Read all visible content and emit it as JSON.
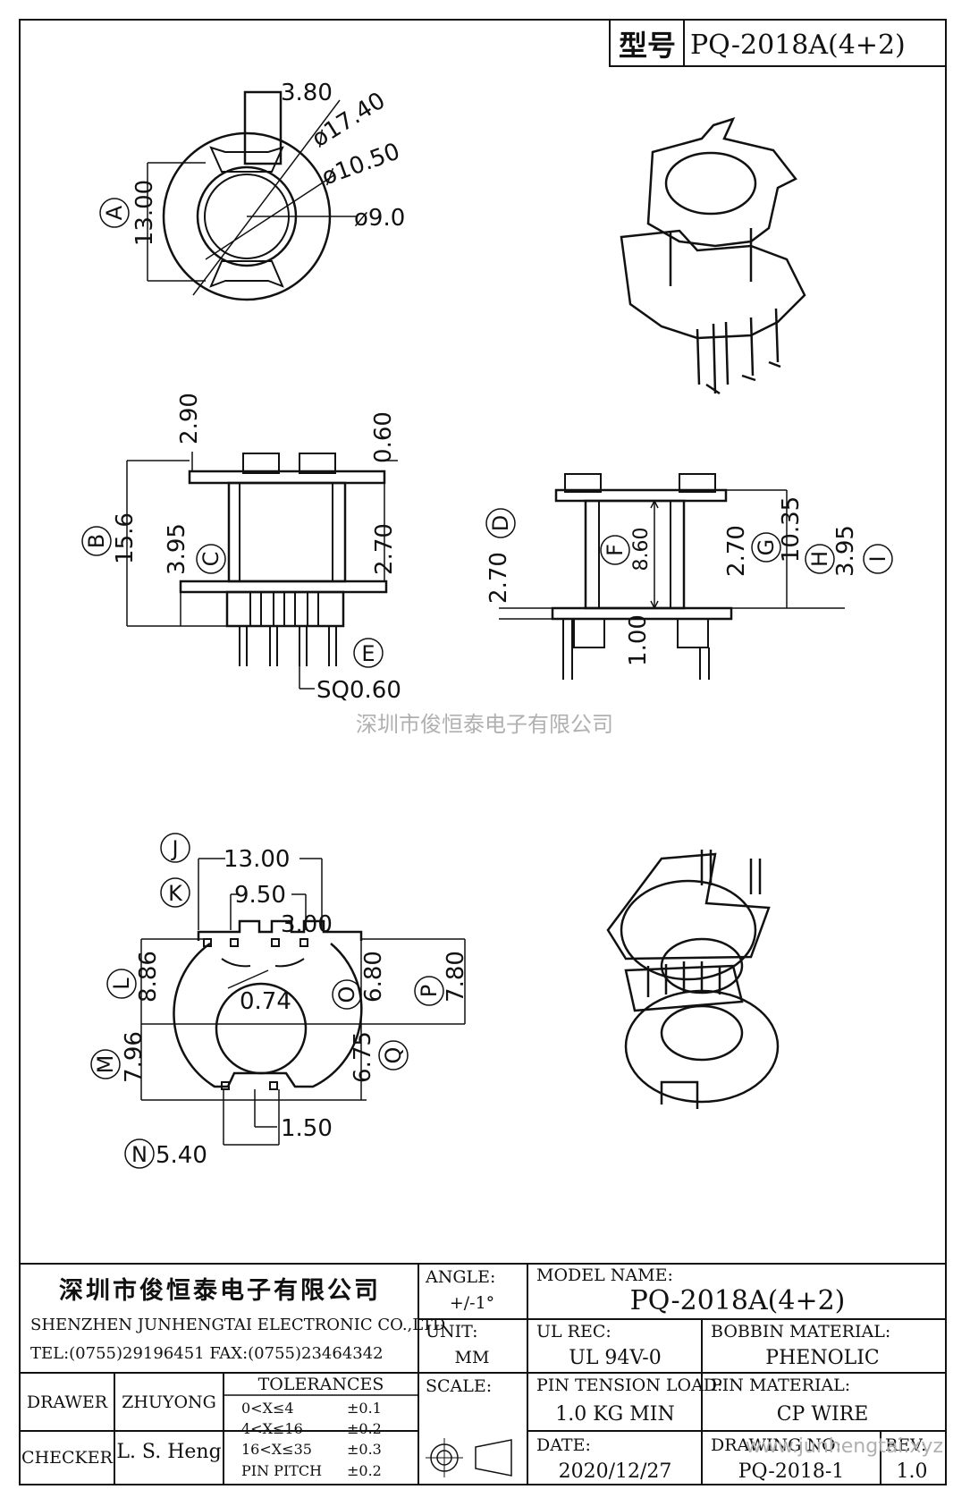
{
  "header": {
    "label": "型号",
    "model": "PQ-2018A(4+2)"
  },
  "top_view": {
    "d1": "3.80",
    "d2": "ø17.40",
    "d3": "ø10.50",
    "d4": "ø9.0",
    "a_label": "A",
    "a_value": "13.00"
  },
  "side_view": {
    "d1": "2.90",
    "d2": "0.60",
    "b_label": "B",
    "b_value": "15.6",
    "c_value": "3.95",
    "c_label": "C",
    "d3": "2.70",
    "e_label": "E",
    "e_value": "SQ0.60"
  },
  "front_view": {
    "d_value": "2.70",
    "d_label": "D",
    "f_label": "F",
    "f_value": "8.60",
    "bottom_value": "1.00",
    "g_value": "2.70",
    "g_label": "G",
    "h_value": "10.35",
    "h_label": "H",
    "i_value": "3.95",
    "i_label": "I"
  },
  "watermark": "深圳市俊恒泰电子有限公司",
  "bottom_view": {
    "j_label": "J",
    "j_value": "13.00",
    "k_label": "K",
    "k_value": "9.50",
    "w_value": "3.00",
    "l_label": "L",
    "l_value": "8.86",
    "x_value": "0.74",
    "o_label": "O",
    "o_value": "6.80",
    "p_label": "P",
    "p_value": "7.80",
    "m_label": "M",
    "m_value": "7.96",
    "q_value": "6.75",
    "q_label": "Q",
    "s_value": "1.50",
    "n_label": "N",
    "n_value": "5.40"
  },
  "title_block": {
    "company_cn": "深圳市俊恒泰电子有限公司",
    "company_en": "SHENZHEN JUNHENGTAI ELECTRONIC CO.,LTD",
    "contact": "TEL:(0755)29196451 FAX:(0755)23464342",
    "angle_label": "ANGLE:",
    "angle_value": "+/-1°",
    "model_label": "MODEL NAME:",
    "model_value": "PQ-2018A(4+2)",
    "unit_label": "UNIT:",
    "unit_value": "MM",
    "ul_label": "UL REC:",
    "ul_value": "UL 94V-0",
    "bobbin_label": "BOBBIN MATERIAL:",
    "bobbin_value": "PHENOLIC",
    "drawer_label": "DRAWER",
    "drawer_value": "ZHUYONG",
    "tol_label": "TOLERANCES",
    "tol_rows": [
      {
        "range": "0<X≤4",
        "value": "±0.1"
      },
      {
        "range": "4<X≤16",
        "value": "±0.2"
      },
      {
        "range": "16<X≤35",
        "value": "±0.3"
      },
      {
        "range": "PIN PITCH",
        "value": "±0.2"
      }
    ],
    "scale_label": "SCALE:",
    "pin_tension_label": "PIN TENSION LOAD:",
    "pin_tension_value": "1.0 KG MIN",
    "pin_material_label": "PIN MATERIAL:",
    "pin_material_value": "CP WIRE",
    "checker_label": "CHECKER",
    "checker_value": "L. S. Heng",
    "date_label": "DATE:",
    "date_value": "2020/12/27",
    "drawing_no_label": "DRAWING NO:",
    "drawing_no_value": "PQ-2018-1",
    "rev_label": "REV:",
    "rev_value": "1.0",
    "url": "www.junhengtai.xyz"
  }
}
